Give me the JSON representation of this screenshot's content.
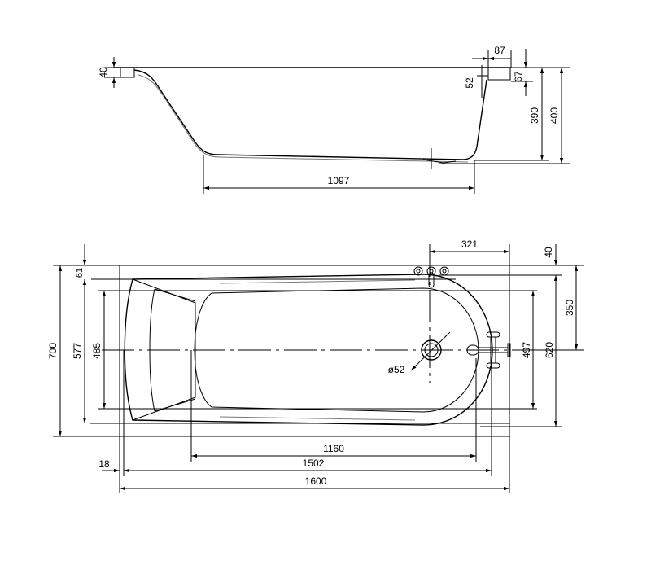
{
  "side_view": {
    "dims": {
      "rim_width": "87",
      "rim_height_left": "40",
      "rim_inner": "52",
      "rim_height_right": "67",
      "inner_depth": "390",
      "total_height": "400",
      "bottom_length": "1097"
    }
  },
  "top_view": {
    "dims": {
      "drain_offset": "321",
      "top_offset": "40",
      "rim_offset": "61",
      "total_width": "700",
      "inner_width": "577",
      "bottom_width": "485",
      "half_width": "350",
      "rim_span": "620",
      "basin_width": "497",
      "drain_diameter": "ø52",
      "basin_length": "1160",
      "left_offset": "18",
      "inner_length": "1502",
      "total_length": "1600"
    }
  }
}
